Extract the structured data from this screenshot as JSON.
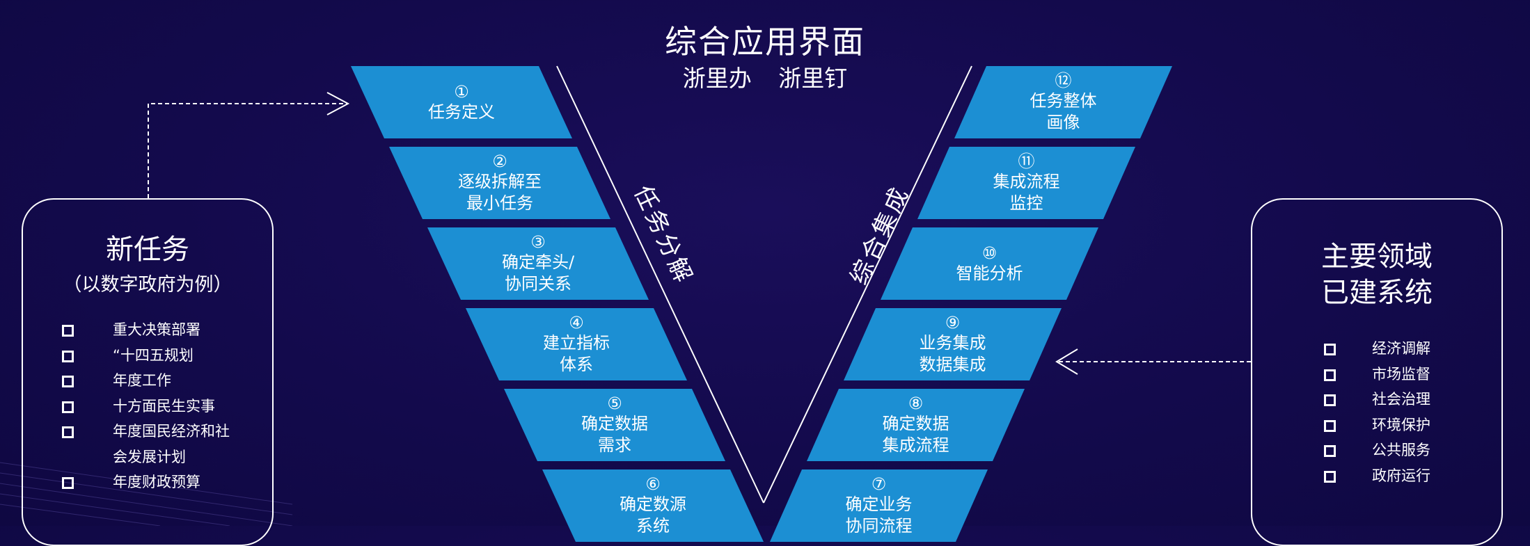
{
  "header": {
    "title": "综合应用界面",
    "subtitle": [
      "浙里办",
      "浙里钉"
    ]
  },
  "axis_labels": {
    "left": "任务分解",
    "right": "综合集成"
  },
  "left_steps": [
    {
      "num": "①",
      "lines": [
        "任务定义"
      ]
    },
    {
      "num": "②",
      "lines": [
        "逐级拆解至",
        "最小任务"
      ]
    },
    {
      "num": "③",
      "lines": [
        "确定牵头/",
        "协同关系"
      ]
    },
    {
      "num": "④",
      "lines": [
        "建立指标",
        "体系"
      ]
    },
    {
      "num": "⑤",
      "lines": [
        "确定数据",
        "需求"
      ]
    },
    {
      "num": "⑥",
      "lines": [
        "确定数源",
        "系统"
      ]
    }
  ],
  "right_steps": [
    {
      "num": "⑫",
      "lines": [
        "任务整体",
        "画像"
      ]
    },
    {
      "num": "⑪",
      "lines": [
        "集成流程",
        "监控"
      ]
    },
    {
      "num": "⑩",
      "lines": [
        "智能分析"
      ]
    },
    {
      "num": "⑨",
      "lines": [
        "业务集成",
        "数据集成"
      ]
    },
    {
      "num": "⑧",
      "lines": [
        "确定数据",
        "集成流程"
      ]
    },
    {
      "num": "⑦",
      "lines": [
        "确定业务",
        "协同流程"
      ]
    }
  ],
  "left_panel": {
    "title": "新任务",
    "subtitle": "（以数字政府为例）",
    "items": [
      {
        "text": "重大决策部署",
        "bullet": true
      },
      {
        "text": "“十四五规划",
        "bullet": true
      },
      {
        "text": "年度工作",
        "bullet": true
      },
      {
        "text": "十方面民生实事",
        "bullet": true
      },
      {
        "text": "年度国民经济和社",
        "bullet": true
      },
      {
        "text": "会发展计划",
        "bullet": false
      },
      {
        "text": "年度财政预算",
        "bullet": true
      }
    ]
  },
  "right_panel": {
    "title": [
      "主要领域",
      "已建系统"
    ],
    "items": [
      "经济调解",
      "市场监督",
      "社会治理",
      "环境保护",
      "公共服务",
      "政府运行"
    ]
  },
  "colors": {
    "background": "#130a4c",
    "step_fill": "#1c8fd3",
    "line": "#ffffff"
  }
}
